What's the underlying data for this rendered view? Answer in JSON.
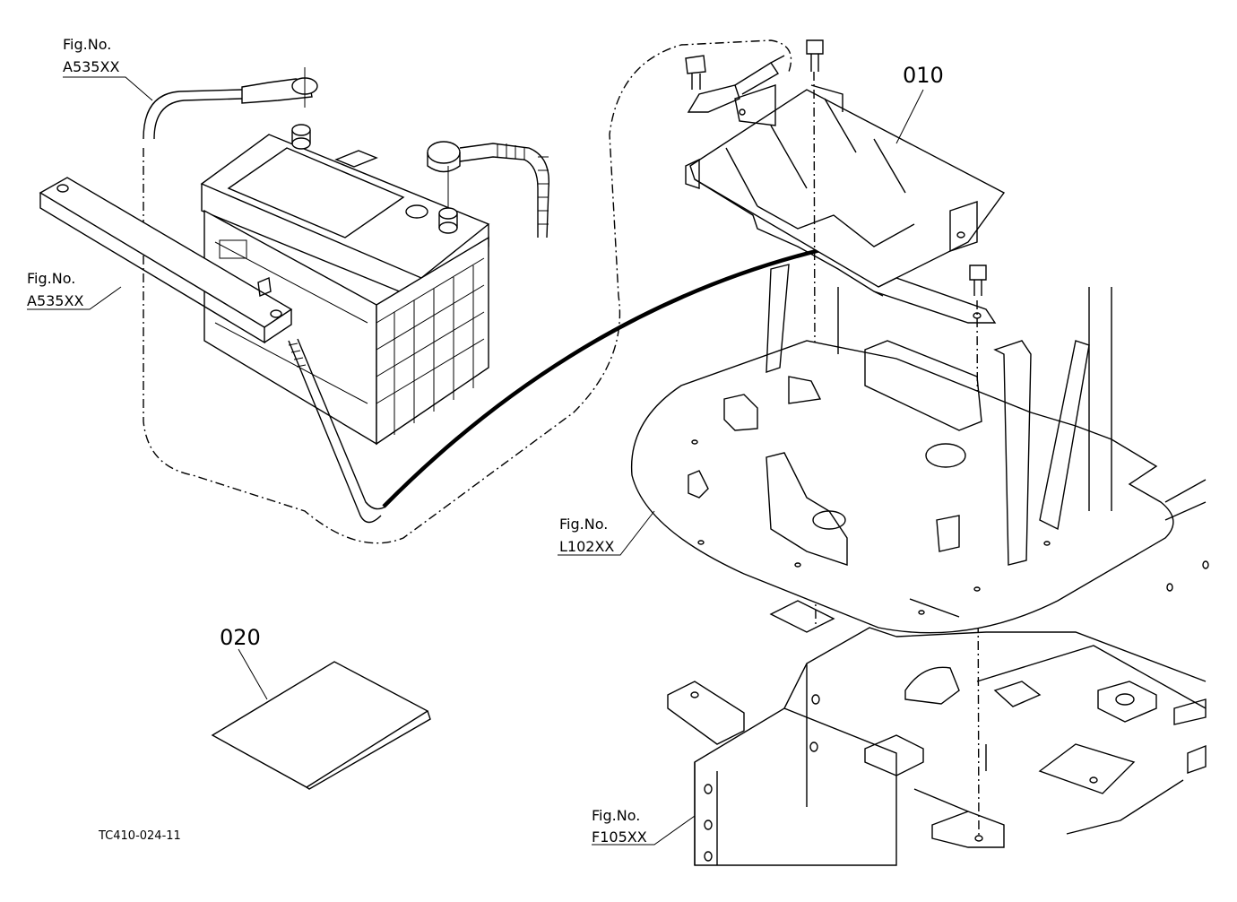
{
  "drawing_code": "TC410-024-11",
  "parts": {
    "battery_bracket": "010",
    "sheet": "020"
  },
  "references": {
    "ref1": {
      "line1": "Fig.No.",
      "line2": "A535XX"
    },
    "ref2": {
      "line1": "Fig.No.",
      "line2": "A535XX"
    },
    "ref3": {
      "line1": "Fig.No.",
      "line2": "L102XX"
    },
    "ref4": {
      "line1": "Fig.No.",
      "line2": "F105XX"
    }
  }
}
